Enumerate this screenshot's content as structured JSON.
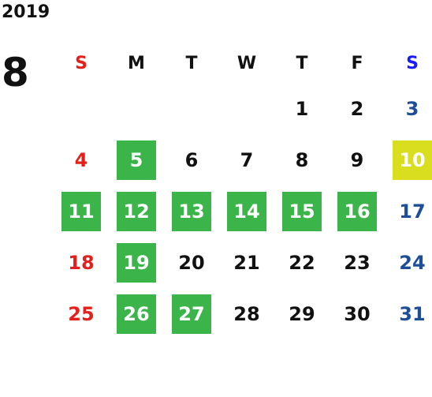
{
  "year": "2019",
  "month": "8",
  "colors": {
    "sunday": "#e3201b",
    "saturday_header": "#1a1aff",
    "saturday": "#1f4e99",
    "weekday": "#111111",
    "highlight": "#3bb54a",
    "today": "#d9df1e",
    "highlight_text": "#ffffff"
  },
  "weekdays": [
    "S",
    "M",
    "T",
    "W",
    "T",
    "F",
    "S"
  ],
  "weeks": [
    [
      {
        "d": ""
      },
      {
        "d": ""
      },
      {
        "d": ""
      },
      {
        "d": ""
      },
      {
        "d": "1"
      },
      {
        "d": "2"
      },
      {
        "d": "3"
      }
    ],
    [
      {
        "d": "4"
      },
      {
        "d": "5",
        "h": "green"
      },
      {
        "d": "6"
      },
      {
        "d": "7"
      },
      {
        "d": "8"
      },
      {
        "d": "9"
      },
      {
        "d": "10",
        "h": "yellow"
      }
    ],
    [
      {
        "d": "11",
        "h": "green"
      },
      {
        "d": "12",
        "h": "green"
      },
      {
        "d": "13",
        "h": "green"
      },
      {
        "d": "14",
        "h": "green"
      },
      {
        "d": "15",
        "h": "green"
      },
      {
        "d": "16",
        "h": "green"
      },
      {
        "d": "17"
      }
    ],
    [
      {
        "d": "18"
      },
      {
        "d": "19",
        "h": "green"
      },
      {
        "d": "20"
      },
      {
        "d": "21"
      },
      {
        "d": "22"
      },
      {
        "d": "23"
      },
      {
        "d": "24"
      }
    ],
    [
      {
        "d": "25"
      },
      {
        "d": "26",
        "h": "green"
      },
      {
        "d": "27",
        "h": "green"
      },
      {
        "d": "28"
      },
      {
        "d": "29"
      },
      {
        "d": "30"
      },
      {
        "d": "31"
      }
    ]
  ]
}
